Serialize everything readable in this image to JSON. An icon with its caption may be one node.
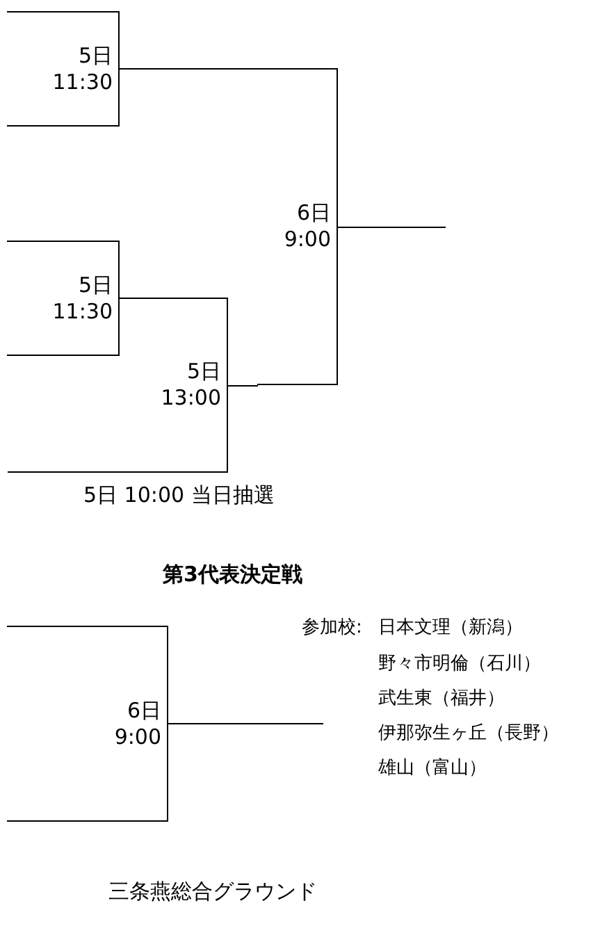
{
  "diagram": {
    "nodes": [
      {
        "text": [
          "5日 11:30"
        ]
      },
      {
        "text": [
          "5日 11:30"
        ]
      },
      {
        "text": [
          "5日 13:00"
        ]
      },
      {
        "text": [
          "6日 9:00"
        ]
      },
      {
        "text": [
          "6日 9:00"
        ]
      }
    ],
    "edges": [
      {
        "from": 0,
        "to": 3,
        "arrow": "none"
      },
      {
        "from": 1,
        "to": 2,
        "arrow": "none"
      },
      {
        "from": 2,
        "to": 3,
        "arrow": "none"
      },
      {
        "from": null,
        "to": 2,
        "arrow": "none"
      },
      {
        "from": 3,
        "to": null,
        "arrow": "none"
      },
      {
        "from": 4,
        "to": null,
        "arrow": "none"
      }
    ],
    "labels": [
      "5日 10:00 当日抽選",
      "第3代表決定戦",
      "参加校:",
      "日本文理（新潟）",
      "野々市明倫（石川）",
      "武生東（福井）",
      "伊那弥生ヶ丘（長野）",
      "雄山（富山）",
      "三条燕総合グラウンド"
    ]
  }
}
